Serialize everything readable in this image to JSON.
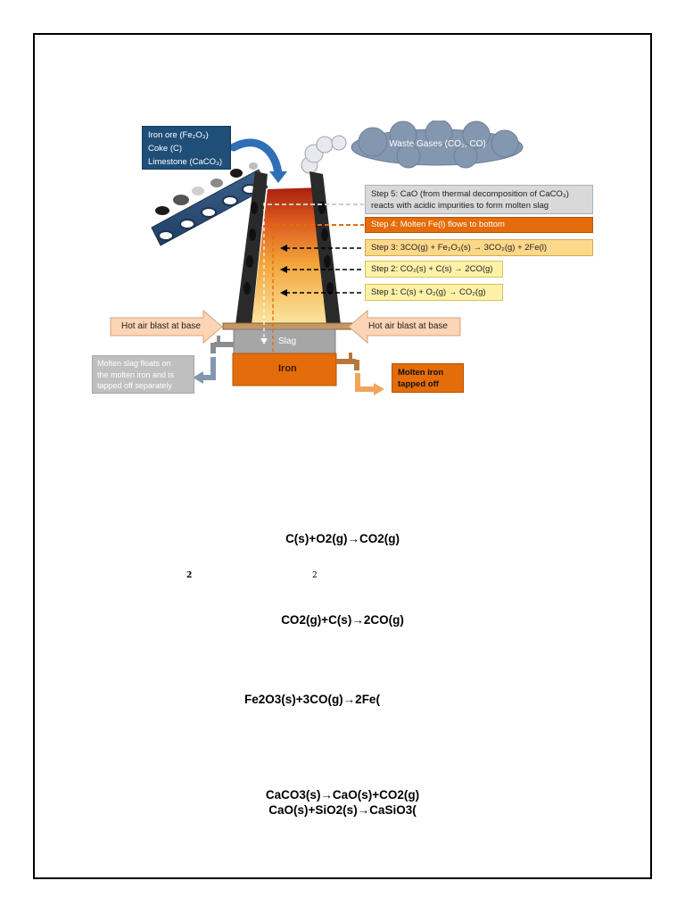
{
  "inputs": {
    "line1": "Iron ore (Fe₂O₃)",
    "line2": "Coke (C)",
    "line3": "Limestone (CaCO₃)"
  },
  "waste_gases": "Waste Gases (CO₂, CO)",
  "steps": {
    "step5_line1": "Step 5:  CaO (from thermal decomposition of CaCO₃)",
    "step5_line2": "reacts with acidic impurities to form molten slag",
    "step4": "Step 4:  Molten Fe(l) flows to bottom",
    "step3": "Step 3:  3CO(g) + Fe₂O₃(s) → 3CO₂(g) + 2Fe(l)",
    "step2": "Step 2:  CO₂(s) + C(s) → 2CO(g)",
    "step1": "Step 1:  C(s) + O₂(g) → CO₂(g)"
  },
  "hot_air_left": "Hot air blast at base",
  "hot_air_right": "Hot air blast at base",
  "slag_label": "Slag",
  "iron_label": "Iron",
  "slag_note": {
    "line1": "Molten slag floats on",
    "line2": "the molten iron and is",
    "line3": "tapped off separately"
  },
  "molten_iron": {
    "line1": "Molten iron",
    "line2": "tapped off"
  },
  "equations": {
    "eq1": "C(s)+O2(g)→CO2(g)",
    "stray_sub_1": "2",
    "stray_sub_2": "2",
    "eq2": "CO2(g)+C(s)→2CO(g)",
    "eq3": "Fe2O3(s)+3CO(g)→2Fe(",
    "eq4": "CaCO3(s)→CaO(s)+CO2(g)",
    "eq5": "CaO(s)+SiO2(s)→CaSiO3("
  },
  "colors": {
    "input_box": "#1f4e79",
    "waste_cloud": "#8497b0",
    "step5_fill": "#d9d9d9",
    "step4_fill": "#e46c0a",
    "step3_fill": "#fcd98a",
    "step12_fill": "#fff2a8",
    "hot_air": "#fbd5b5",
    "slag": "#a6a6a6",
    "iron": "#e46c0a"
  }
}
